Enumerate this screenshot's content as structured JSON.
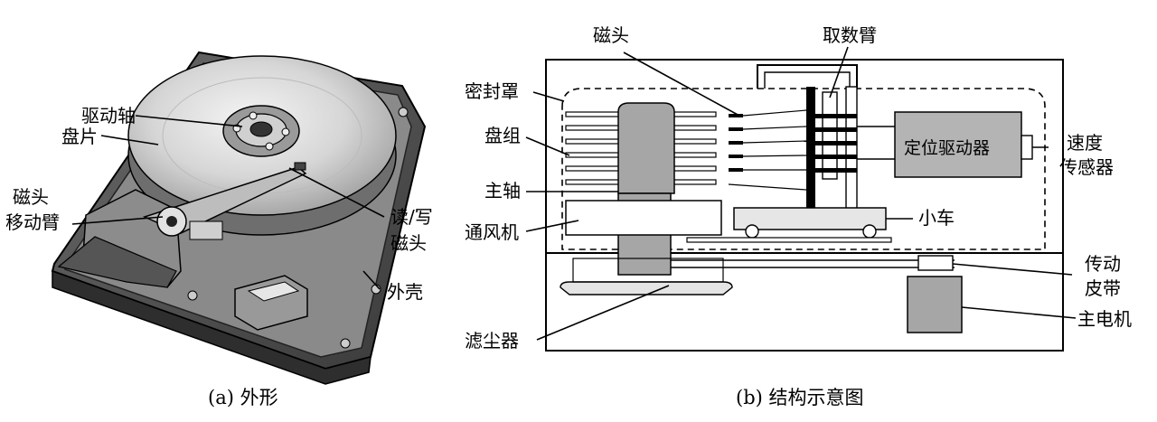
{
  "panel_a": {
    "caption": "(a) 外形",
    "labels": {
      "spindle": "驱动轴",
      "platter": "盘片",
      "head_arm_1": "磁头",
      "head_arm_2": "移动臂",
      "rw_head_1": "读/写",
      "rw_head_2": "磁头",
      "case": "外壳"
    }
  },
  "panel_b": {
    "caption": "(b) 结构示意图",
    "labels": {
      "head": "磁头",
      "access_arm": "取数臂",
      "seal_cover": "密封罩",
      "disk_pack": "盘组",
      "spindle": "主轴",
      "fan": "通风机",
      "filter": "滤尘器",
      "positioner": "定位驱动器",
      "speed_sensor_1": "速度",
      "speed_sensor_2": "传感器",
      "carriage": "小车",
      "belt_1": "传动",
      "belt_2": "皮带",
      "motor": "主电机"
    }
  }
}
